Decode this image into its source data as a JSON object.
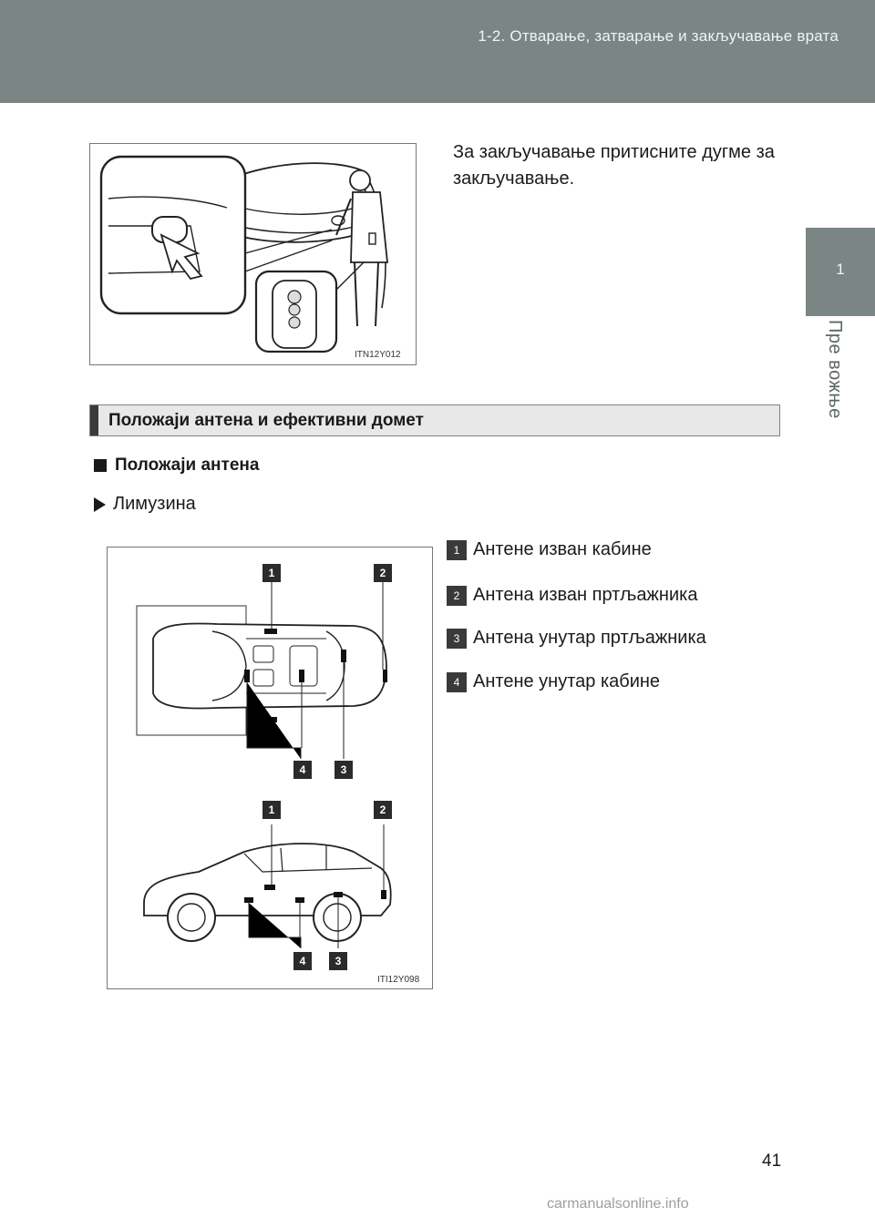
{
  "header": {
    "section_title": "1-2. Отварање, затварање и закључавање врата"
  },
  "side_tab": {
    "chapter_number": "1",
    "chapter_label": "Пре вожње"
  },
  "figure1": {
    "code": "ITN12Y012"
  },
  "intro": {
    "text": "За закључавање притисните дугме за закључавање."
  },
  "section": {
    "title": "Положаји антена и ефективни домет"
  },
  "subhead": {
    "label": "Положаји антена"
  },
  "variant": {
    "label": "Лимузина"
  },
  "legend": {
    "items": [
      {
        "number": "1",
        "label": "Антене изван кабине"
      },
      {
        "number": "2",
        "label": "Антена изван пртљажника"
      },
      {
        "number": "3",
        "label": "Антена унутар пртљажника"
      },
      {
        "number": "4",
        "label": "Антене унутар кабине"
      }
    ]
  },
  "figure2": {
    "code": "ITI12Y098",
    "callouts": [
      "1",
      "2",
      "4",
      "3",
      "1",
      "2",
      "4",
      "3"
    ]
  },
  "footer": {
    "page_number": "41",
    "watermark": "carmanualsonline.info"
  }
}
